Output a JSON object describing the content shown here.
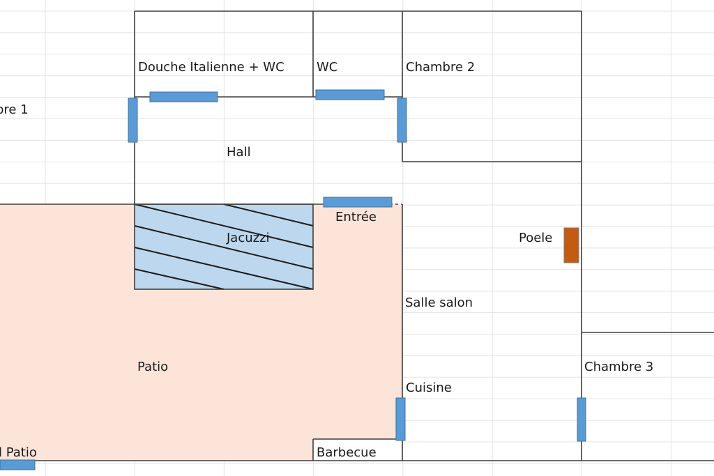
{
  "rooms": {
    "chambre_1": "bre 1",
    "douche": "Douche Italienne + WC",
    "wc": "WC",
    "chambre_2": "Chambre 2",
    "hall": "Hall",
    "entree": "Entrée",
    "jacuzzi": "Jacuzzi",
    "poele": "Poele",
    "salle_salon": "Salle salon",
    "patio": "Patio",
    "chambre_3": "Chambre 3",
    "cuisine": "Cuisine",
    "patio_door": "l Patio",
    "barbecue": "Barbecue"
  },
  "colors": {
    "patio_fill": "#fce4d8",
    "jacuzzi_fill": "#bdd7ee",
    "door": "#5b9bd5",
    "stove": "#c55a11",
    "wall": "#3f3f3f",
    "grid": "#e3e3e3"
  }
}
